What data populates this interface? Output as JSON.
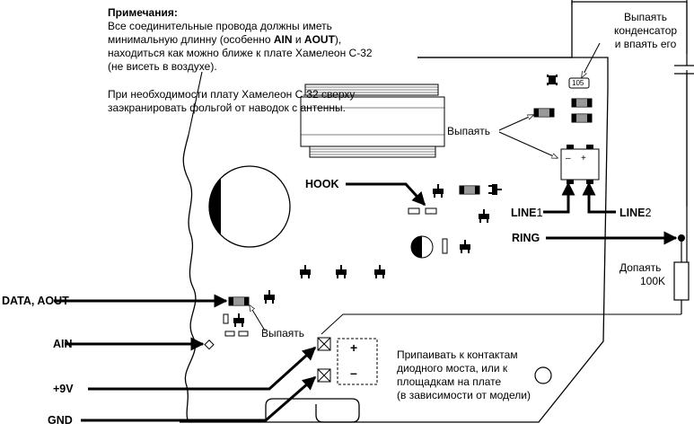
{
  "notes": {
    "title": "Примечания:",
    "line1": "Все соединительные провода должны иметь",
    "line2_a": "минимальную длинну (особенно ",
    "line2_b": "AIN",
    "line2_c": " и ",
    "line2_d": "AOUT",
    "line2_e": "),",
    "line3": "находиться как можно ближе к плате Хамелеон С-32",
    "line4": "(не висеть в воздухе).",
    "line5": "При необходимости плату Хамелеон С-32 сверху",
    "line6": "заэкранировать  фольгой от наводок с  антенны."
  },
  "labels": {
    "capacitor_1": "Выпаять",
    "capacitor_2": "конденсатор",
    "capacitor_3": "и впаять его",
    "cap_code": "105",
    "desolder_top": "Выпаять",
    "desolder_mid": "Выпаять",
    "hook": "HOOK",
    "line1_a": "LINE",
    "line1_b": "1",
    "line2_a": "LINE",
    "line2_b": "2",
    "ring": "RING",
    "resistor_1": "Допаять",
    "resistor_2": "100K",
    "data_aout": "DATA, AOUT",
    "ain": "AIN",
    "plus9v": "+9V",
    "gnd": "GND",
    "plus": "+",
    "minus": "–",
    "bridge_plus": "+",
    "bridge_minus": "–",
    "solder_1": "Припаивать к контактам",
    "solder_2": "диодного моста, или к",
    "solder_3": "площадкам на плате",
    "solder_4": "(в зависимости от модели)"
  }
}
